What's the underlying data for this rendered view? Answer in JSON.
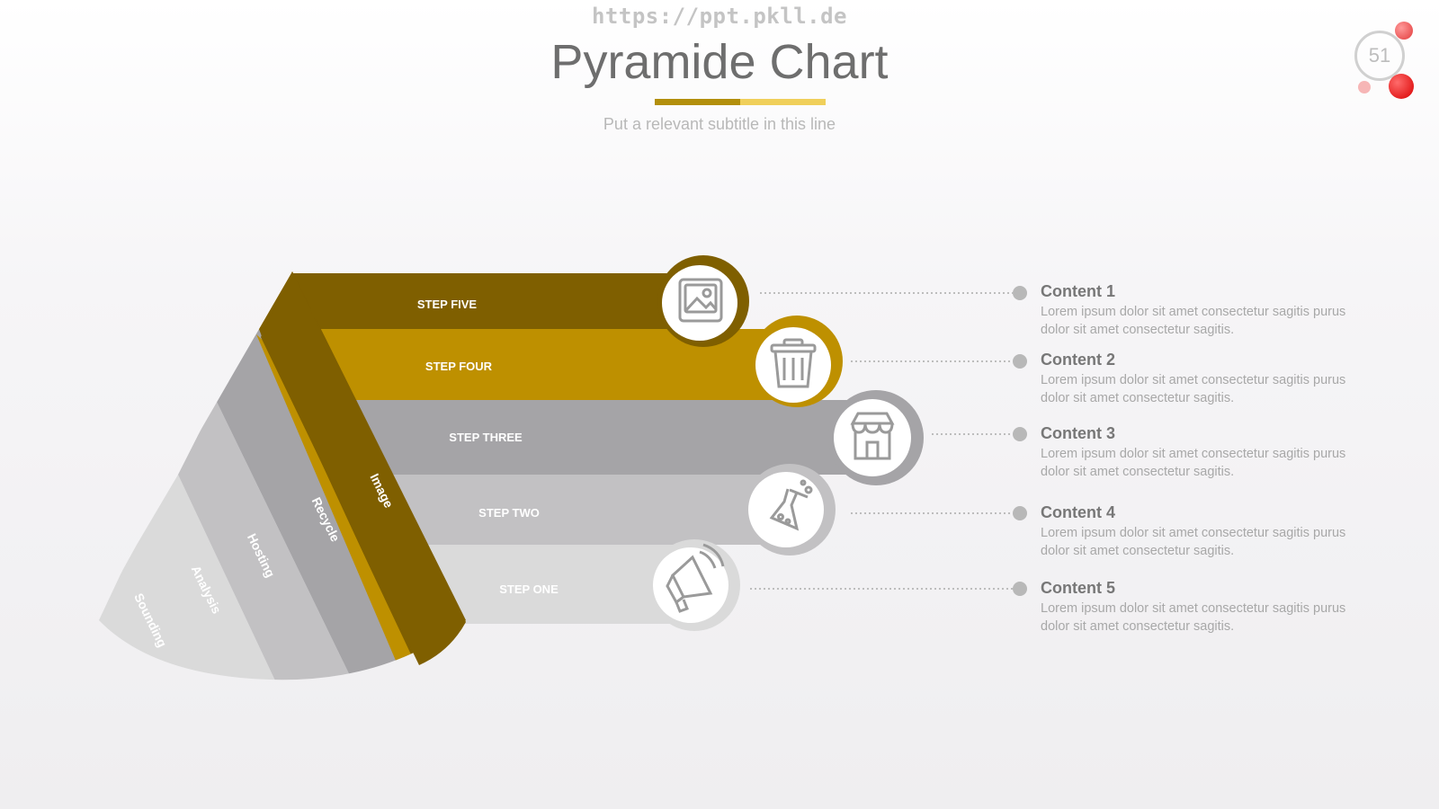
{
  "watermark": "https://ppt.pkll.de",
  "title": "Pyramide Chart",
  "subtitle": "Put a relevant subtitle in this line",
  "page_number": "51",
  "colors": {
    "step_five": "#7f5f00",
    "step_four": "#be9000",
    "step_three": "#a5a4a7",
    "step_two": "#c2c1c3",
    "step_one": "#dadada",
    "accent_dark": "#b38f0c",
    "accent_light": "#f0cf5a"
  },
  "steps": [
    {
      "label": "STEP FIVE",
      "band": "Image",
      "icon": "image-icon"
    },
    {
      "label": "STEP FOUR",
      "band": "Recycle",
      "icon": "trash-icon"
    },
    {
      "label": "STEP THREE",
      "band": "Hosting",
      "icon": "store-icon"
    },
    {
      "label": "STEP TWO",
      "band": "Analysis",
      "icon": "flask-icon"
    },
    {
      "label": "STEP ONE",
      "band": "Sounding",
      "icon": "megaphone-icon"
    }
  ],
  "contents": [
    {
      "heading": "Content 1",
      "text": "Lorem ipsum dolor sit amet consectetur sagitis purus dolor sit amet consectetur sagitis."
    },
    {
      "heading": "Content 2",
      "text": "Lorem ipsum dolor sit amet consectetur sagitis purus dolor sit amet consectetur sagitis."
    },
    {
      "heading": "Content 3",
      "text": "Lorem ipsum dolor sit amet consectetur sagitis purus dolor sit amet consectetur sagitis."
    },
    {
      "heading": "Content 4",
      "text": "Lorem ipsum dolor sit amet consectetur sagitis purus dolor sit amet consectetur sagitis."
    },
    {
      "heading": "Content 5",
      "text": "Lorem ipsum dolor sit amet consectetur sagitis purus dolor sit amet consectetur sagitis."
    }
  ]
}
